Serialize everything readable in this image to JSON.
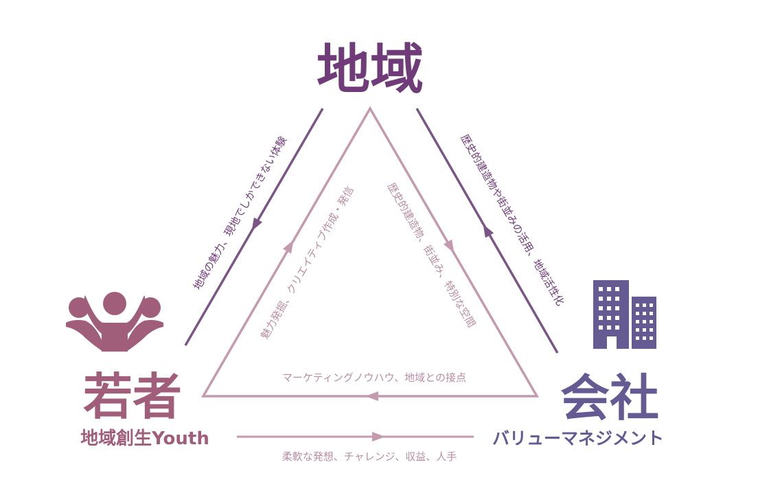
{
  "colors": {
    "region": "#6f3b78",
    "youth": "#a05e7a",
    "company": "#655a92",
    "outer_line": "#7a5585",
    "inner_line": "#c49aae",
    "inner_text": "#b88ea3",
    "outer_text": "#6f3b78"
  },
  "nodes": {
    "region": {
      "title": "地域"
    },
    "youth": {
      "title": "若者",
      "subtitle": "地域創生Youth",
      "icon": "people-group-icon"
    },
    "company": {
      "title": "会社",
      "subtitle": "バリューマネジメント",
      "icon": "office-building-icon"
    }
  },
  "flows": {
    "region_to_youth": "地域の魅力、現地でしかできない体験",
    "company_to_region": "歴史的建造物や街並みの活用、地域活性化",
    "youth_to_region": "魅力発掘、クリエイティブ作成・発信",
    "region_to_company": "歴史的建造物、街並み、特別な空間",
    "company_to_youth": "マーケティングノウハウ、地域との接点",
    "youth_to_company": "柔軟な発想、チャレンジ、収益、人手"
  }
}
